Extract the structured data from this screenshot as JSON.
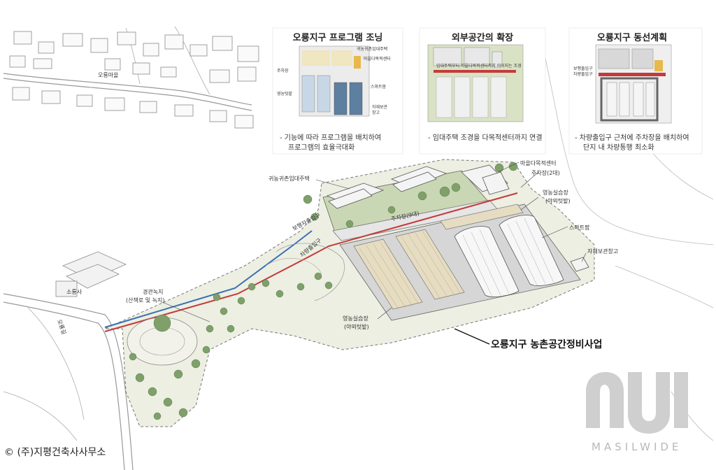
{
  "panels": [
    {
      "title": "오룡지구 프로그램 조닝",
      "caption_lines": [
        "- 기능에 따라 프로그램을 배치하여",
        "프로그램의 효율극대화"
      ],
      "labels": [
        "귀농귀촌임대주택",
        "마을다목적센터",
        "주차장",
        "스마트팜",
        "영농텃밭",
        "자재보관",
        "창고"
      ]
    },
    {
      "title": "외부공간의 확장",
      "caption_lines": [
        "- 임대주택 조경을 다목적센터까지 연결"
      ],
      "labels": [
        "임대주택부터 마을다목적센터까지 이어지는 조경"
      ]
    },
    {
      "title": "오룡지구 동선계획",
      "caption_lines": [
        "- 차량출입구 근처에 주차장을 배치하여",
        "단지 내 차량통행 최소화"
      ],
      "labels": [
        "보행출입구",
        "차량출입구"
      ]
    }
  ],
  "site_labels": {
    "village": "오룡마을",
    "hall": "소룡사",
    "road": "오룡길",
    "housing": "귀농귀촌임대주택",
    "center": "마을다목적센터",
    "parking_top": "주차장(2대)",
    "parking_mid": "주차장(9대)",
    "ped_entrance": "보행자출입구",
    "car_entrance": "차량출입구",
    "farm_practice_top": "영농실습장",
    "farm_practice_top_sub": "(야외텃밭)",
    "smart_farm": "스마트팜",
    "storage": "자재보관창고",
    "landscape": "경관녹지",
    "landscape_sub": "(산책로 및 녹지)",
    "farm_practice_bottom": "영농실습장",
    "farm_practice_bottom_sub": "(야외텃밭)"
  },
  "project_title": "오룡지구 농촌공간정비사업",
  "copyright": "© (주)지평건축사사무소",
  "watermark": "MASILWIDE",
  "colors": {
    "green_zone": "#c9d7b4",
    "bed_stripe": "#e5dcc2",
    "path_red": "#c43a3a",
    "path_blue": "#3b6fb5",
    "pale_blue": "#c8d7e6",
    "dark_blue": "#5d7fa0",
    "yellow": "#e7b84a"
  }
}
